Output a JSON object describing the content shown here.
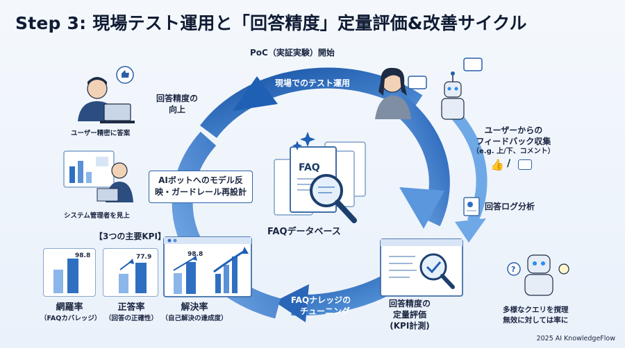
{
  "title": "Step 3: 現場テスト運用と「回答精度」定量評価&改善サイクル",
  "poc_label": "PoC（実証実験）開始",
  "cycle": {
    "arrow_top": "現場でのテスト運用",
    "arrow_bottom_line1": "FAQナレッジの",
    "arrow_bottom_line2": "チューニング"
  },
  "center_label": "FAQデータベース",
  "center_doc_label": "FAQ",
  "left_top_label_line1": "回答精度の",
  "left_top_label_line2": "向上",
  "box_label_line1": "AIボットへのモデル反",
  "box_label_line2": "映・ガードレール再設計",
  "person1_caption": "ユーザー精密に答案",
  "person2_caption": "システム管理者を見上",
  "feedback": {
    "line1": "ユーザーからの",
    "line2": "フィードバック収集",
    "line3": "（e.g. 上/下、コメント）",
    "slash": "/"
  },
  "log_label": "回答ログ分析",
  "eval_label_line1": "回答精度の",
  "eval_label_line2": "定量評価",
  "eval_label_line3": "(KPI計測)",
  "robot_caption_line1": "多様なクエリを撹理",
  "robot_caption_line2": "無效に対しては率に",
  "kpi_header": "【3つの主要KPI】",
  "kpis": [
    {
      "value": "98.8",
      "title": "網羅率",
      "sub": "（FAQカバレッジ）"
    },
    {
      "value": "77.9",
      "title": "正答率",
      "sub": "（回答の正確性）"
    },
    {
      "value": "98.8",
      "title": "解決率",
      "sub": "（自己解決の達成度）"
    }
  ],
  "footer": "2025 AI KnowledgeFlow",
  "colors": {
    "arrow_dark": "#1f5fb4",
    "arrow_light": "#6fa8e6",
    "bar": "#2f6fc2",
    "bar_light": "#8ab6ea",
    "text": "#14213d"
  }
}
